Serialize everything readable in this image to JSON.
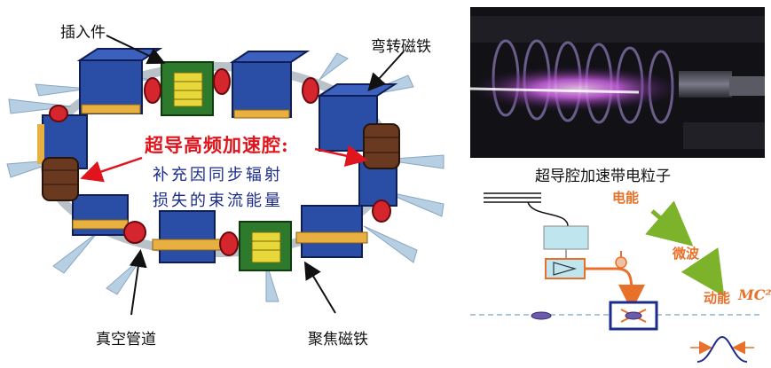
{
  "ring_labels": {
    "insertion": "插入件",
    "bending_magnet": "弯转磁铁",
    "vacuum_pipe": "真空管道",
    "focusing_magnet": "聚焦磁铁"
  },
  "cavity": {
    "title": "超导高频加速腔:",
    "line1": "补充因同步辐射",
    "line2": "损失的束流能量"
  },
  "photo_caption": "超导腔加速带电粒子",
  "energy_flow": {
    "electric": "电能",
    "microwave": "微波",
    "kinetic": "动能",
    "mc2": "MC²"
  },
  "colors": {
    "magnet_blue": "#2a4da6",
    "insertion_green": "#2e7a2c",
    "coil_yellow": "#e8b040",
    "cavity_red": "#e0141c",
    "text_blue": "#1c2c8c",
    "energy_orange": "#e8702a",
    "arrow_green": "#7cb32a"
  }
}
